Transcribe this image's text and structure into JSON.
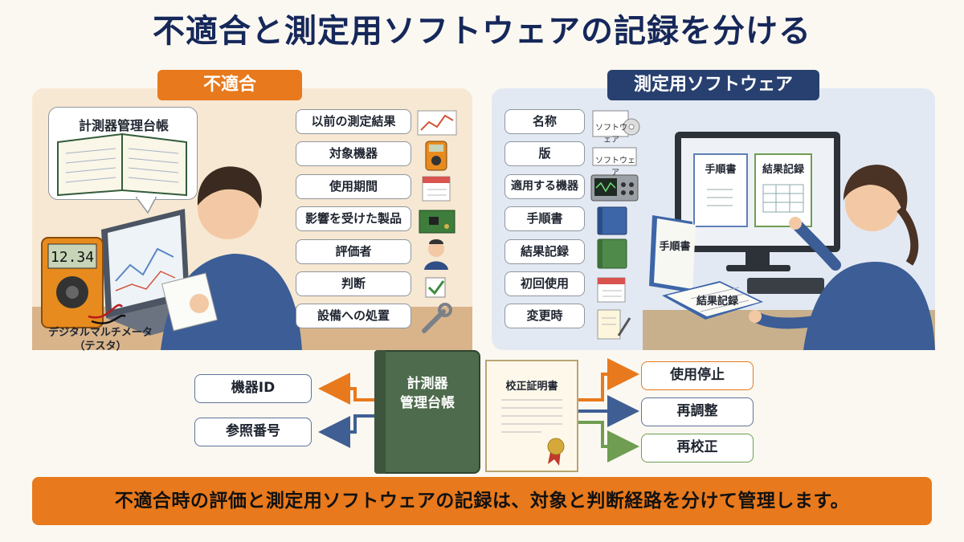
{
  "title": "不適合と測定用ソフトウェアの記録を分ける",
  "left_panel": {
    "tag": "不適合",
    "bubble_label": "計測器管理台帳",
    "tester_label": "デジタルマルチメータ（テスタ）",
    "tester_display": "12.34",
    "items": [
      "以前の測定結果",
      "対象機器",
      "使用期間",
      "影響を受けた製品",
      "評価者",
      "判断",
      "設備への処置"
    ]
  },
  "right_panel": {
    "tag": "測定用ソフトウェア",
    "items": [
      "名称",
      "版",
      "適用する機器",
      "手順書",
      "結果記録",
      "初回使用",
      "変更時"
    ],
    "software_box_1": "ソフトウェア",
    "software_box_2": "ソフトウェア",
    "screen_doc_1": "手順書",
    "screen_doc_2": "結果記録",
    "desk_doc_1": "手順書",
    "desk_doc_2": "結果記録"
  },
  "flow": {
    "left_boxes": [
      "機器ID",
      "参照番号"
    ],
    "book_title_line1": "計測器",
    "book_title_line2": "管理台帳",
    "cert_title": "校正証明書",
    "right_boxes": [
      "使用停止",
      "再調整",
      "再校正"
    ]
  },
  "colors": {
    "orange": "#e8791c",
    "navy": "#27406f",
    "green": "#6f9d52",
    "blue_arrow": "#3f5f94"
  },
  "bottom_banner": "不適合時の評価と測定用ソフトウェアの記録は、対象と判断経路を分けて管理します。"
}
